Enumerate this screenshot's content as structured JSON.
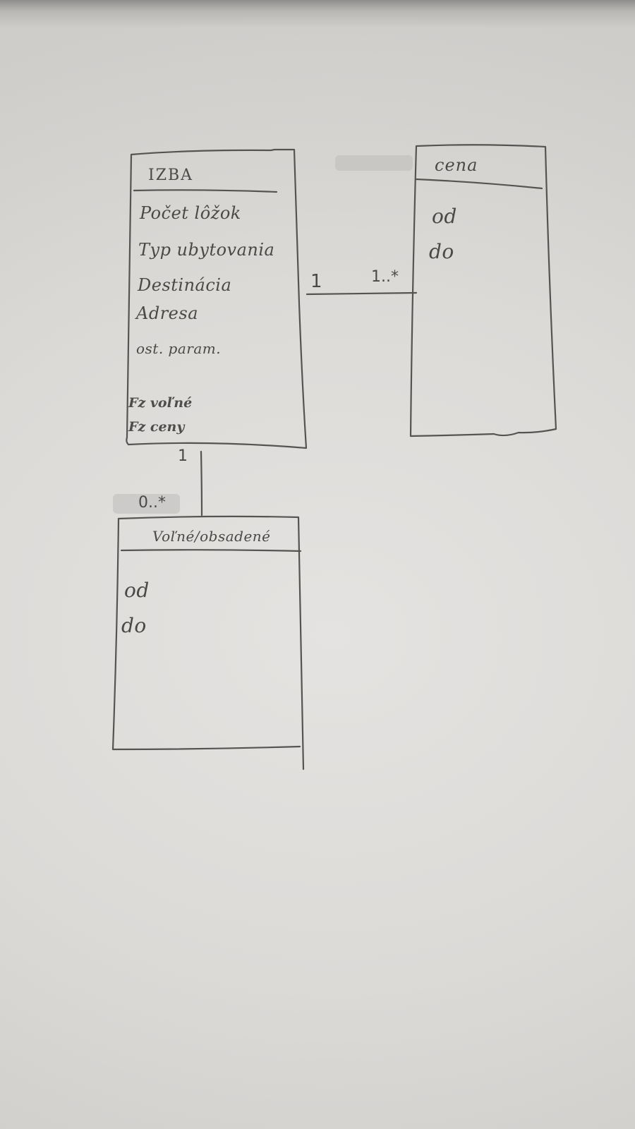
{
  "classes": {
    "izba": {
      "name": "IZBA",
      "attributes": [
        "Počet lôžok",
        "Typ ubytovania",
        "Destinácia",
        "Adresa",
        "ost. param."
      ],
      "operations": [
        "Fz voľné",
        "Fz ceny"
      ]
    },
    "cena": {
      "name": "cena",
      "attributes": [
        "od",
        "do"
      ]
    },
    "volne": {
      "name": "Voľné/obsadené",
      "attributes": [
        "od",
        "do"
      ]
    }
  },
  "associations": {
    "izba_cena": {
      "source_mult": "1",
      "target_mult": "1..*"
    },
    "izba_volne": {
      "source_mult": "1",
      "target_mult": "0..*"
    }
  }
}
